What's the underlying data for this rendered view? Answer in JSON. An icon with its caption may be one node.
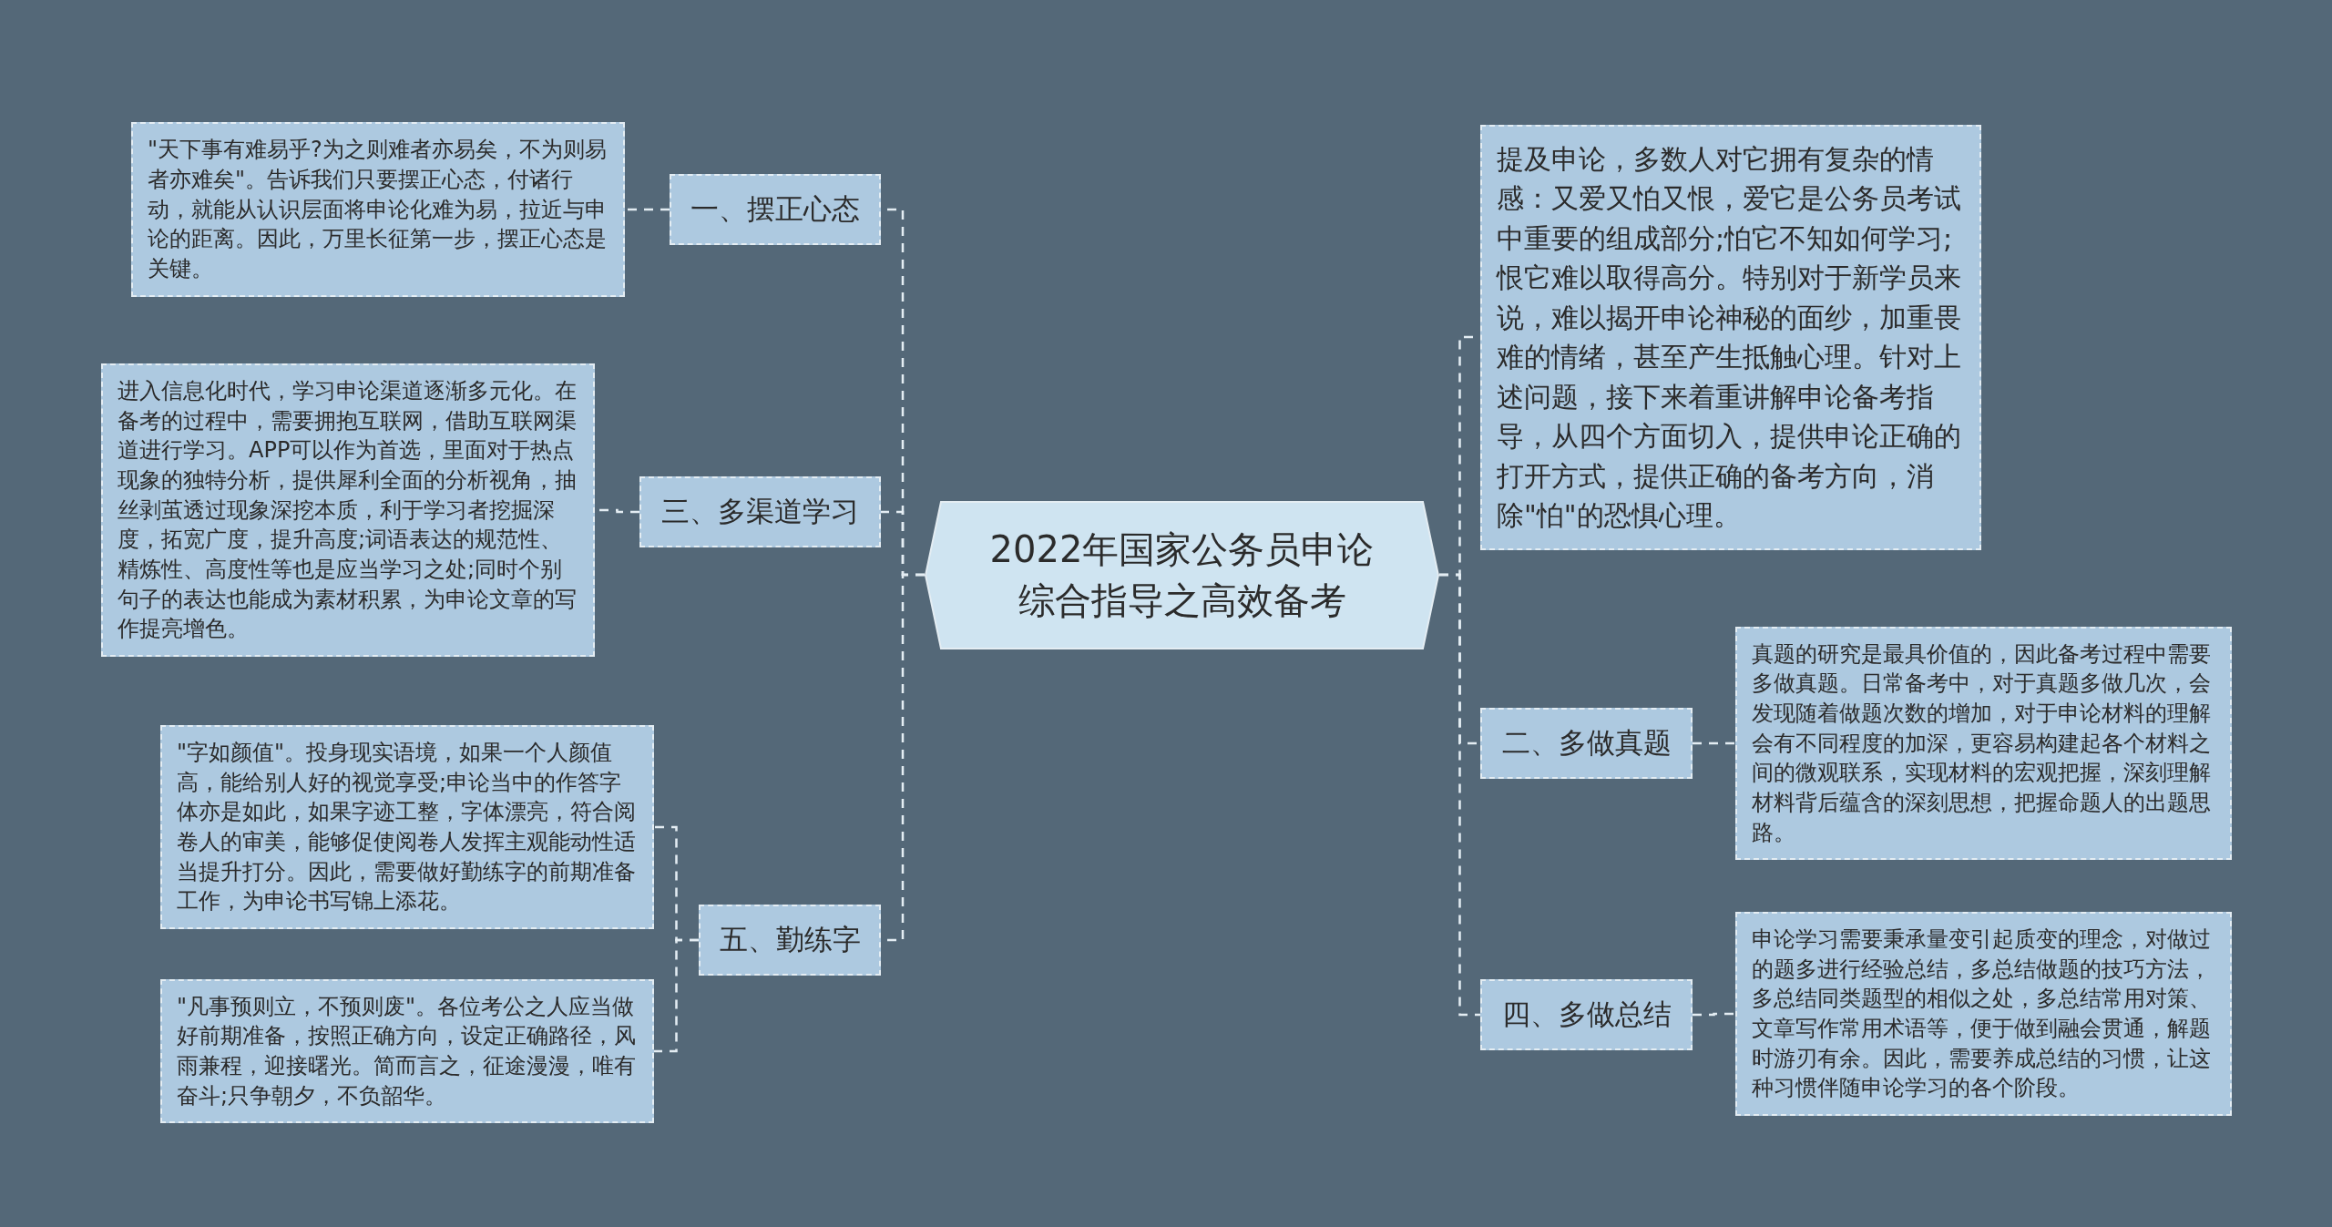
{
  "diagram": {
    "nodes": [
      {
        "text": [
          "2022年国家公务员申论综合指导之高效备考"
        ]
      },
      {
        "text": [
          "一、摆正心态"
        ]
      },
      {
        "text": [
          "\"天下事有难易乎?为之则难者亦易矣，不为则易者亦难矣\"。告诉我们只要摆正心态，付诸行动，就能从认识层面将申论化难为易，拉近与申论的距离。因此，万里长征第一步，摆正心态是关键。"
        ]
      },
      {
        "text": [
          "三、多渠道学习"
        ]
      },
      {
        "text": [
          "进入信息化时代，学习申论渠道逐渐多元化。在备考的过程中，需要拥抱互联网，借助互联网渠道进行学习。APP可以作为首选，里面对于热点现象的独特分析，提供犀利全面的分析视角，抽丝剥茧透过现象深挖本质，利于学习者挖掘深度，拓宽广度，提升高度;词语表达的规范性、精炼性、高度性等也是应当学习之处;同时个别句子的表达也能成为素材积累，为申论文章的写作提亮增色。"
        ]
      },
      {
        "text": [
          "五、勤练字"
        ]
      },
      {
        "text": [
          "\"字如颜值\"。投身现实语境，如果一个人颜值高，能给别人好的视觉享受;申论当中的作答字体亦是如此，如果字迹工整，字体漂亮，符合阅卷人的审美，能够促使阅卷人发挥主观能动性适当提升打分。因此，需要做好勤练字的前期准备工作，为申论书写锦上添花。"
        ]
      },
      {
        "text": [
          "\"凡事预则立，不预则废\"。各位考公之人应当做好前期准备，按照正确方向，设定正确路径，风雨兼程，迎接曙光。简而言之，征途漫漫，唯有奋斗;只争朝夕，不负韶华。"
        ]
      },
      {
        "text": [
          "提及申论，多数人对它拥有复杂的情感：又爱又怕又恨，爱它是公务员考试中重要的组成部分;怕它不知如何学习;恨它难以取得高分。特别对于新学员来说，难以揭开申论神秘的面纱，加重畏难的情绪，甚至产生抵触心理。针对上述问题，接下来着重讲解申论备考指导，从四个方面切入，提供申论正确的打开方式，提供正确的备考方向，消除\"怕\"的恐惧心理。"
        ]
      },
      {
        "text": [
          "二、多做真题"
        ]
      },
      {
        "text": [
          "真题的研究是最具价值的，因此备考过程中需要多做真题。日常备考中，对于真题多做几次，会发现随着做题次数的增加，对于申论材料的理解会有不同程度的加深，更容易构建起各个材料之间的微观联系，实现材料的宏观把握，深刻理解材料背后蕴含的深刻思想，把握命题人的出题思路。"
        ]
      },
      {
        "text": [
          "四、多做总结"
        ]
      },
      {
        "text": [
          "申论学习需要秉承量变引起质变的理念，对做过的题多进行经验总结，多总结做题的技巧方法，多总结同类题型的相似之处，多总结常用对策、文章写作常用术语等，便于做到融会贯通，解题时游刃有余。因此，需要养成总结的习惯，让这种习惯伴随申论学习的各个阶段。"
        ]
      }
    ],
    "edges": [
      {
        "from": 0,
        "to": 1,
        "arrow": "none"
      },
      {
        "from": 1,
        "to": 2,
        "arrow": "none"
      },
      {
        "from": 0,
        "to": 3,
        "arrow": "none"
      },
      {
        "from": 3,
        "to": 4,
        "arrow": "none"
      },
      {
        "from": 0,
        "to": 5,
        "arrow": "none"
      },
      {
        "from": 5,
        "to": 6,
        "arrow": "none"
      },
      {
        "from": 5,
        "to": 7,
        "arrow": "none"
      },
      {
        "from": 0,
        "to": 8,
        "arrow": "none"
      },
      {
        "from": 0,
        "to": 9,
        "arrow": "none"
      },
      {
        "from": 9,
        "to": 10,
        "arrow": "none"
      },
      {
        "from": 0,
        "to": 11,
        "arrow": "none"
      },
      {
        "from": 11,
        "to": 12,
        "arrow": "none"
      }
    ]
  }
}
